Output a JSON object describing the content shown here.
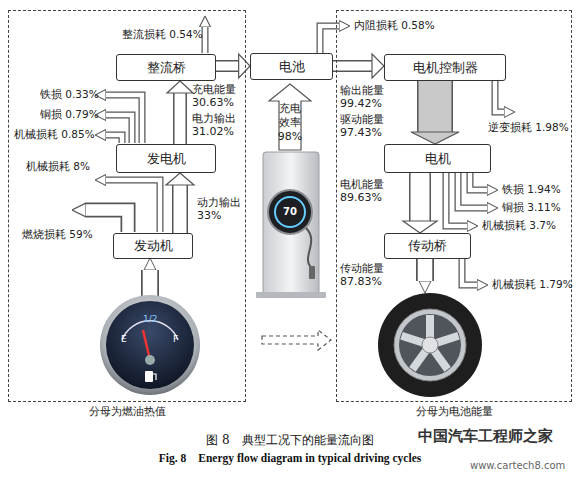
{
  "diagram": {
    "caption": "图 8　典型工况下的能量流向图",
    "nodes": [
      {
        "text": [
          "分母为燃油热值"
        ]
      },
      {
        "text": [
          "整流桥"
        ],
        "in": 0
      },
      {
        "text": [
          "发电机"
        ],
        "in": 0
      },
      {
        "text": [
          "发动机"
        ],
        "in": 0
      },
      {
        "text": [
          "电池"
        ]
      },
      {
        "text": [
          "充电效率 98%"
        ]
      },
      {
        "text": [
          "分母为电池能量"
        ]
      },
      {
        "text": [
          "电机控制器"
        ],
        "in": 6
      },
      {
        "text": [
          "电机"
        ],
        "in": 6
      },
      {
        "text": [
          "传动桥"
        ],
        "in": 6
      }
    ],
    "edges": [
      {
        "from": 3,
        "to": 2,
        "arrow": "to",
        "label": "动力输出 33%"
      },
      {
        "from": 2,
        "to": 1,
        "arrow": "to",
        "label": "电力输出 31.02%"
      },
      {
        "from": 1,
        "to": 4,
        "arrow": "to",
        "label": "充电能量 30.63%"
      },
      {
        "from": 4,
        "to": 7,
        "arrow": "to",
        "label": "输出能量 99.42%"
      },
      {
        "from": 7,
        "to": 8,
        "arrow": "to",
        "label": "驱动能量 97.43%"
      },
      {
        "from": 8,
        "to": 9,
        "arrow": "to",
        "label": "电机能量 89.63%"
      }
    ],
    "labels": [
      "整流损耗 0.54%",
      "铁损 0.33%",
      "铜损 0.79%",
      "机械损耗 0.85%",
      "机械损耗 8%",
      "燃烧损耗 59%",
      "内阻损耗 0.58%",
      "逆变损耗 1.98%",
      "铁损 1.94%",
      "铜损 3.11%",
      "机械损耗 3.7%",
      "传动能量 87.83%",
      "机械损耗 1.79%",
      "70",
      "E",
      "1/2",
      "F",
      "Fig. 8　Energy flow diagram in typical driving cycles",
      "中国汽车工程师之家",
      "www.cartech8.com"
    ]
  }
}
